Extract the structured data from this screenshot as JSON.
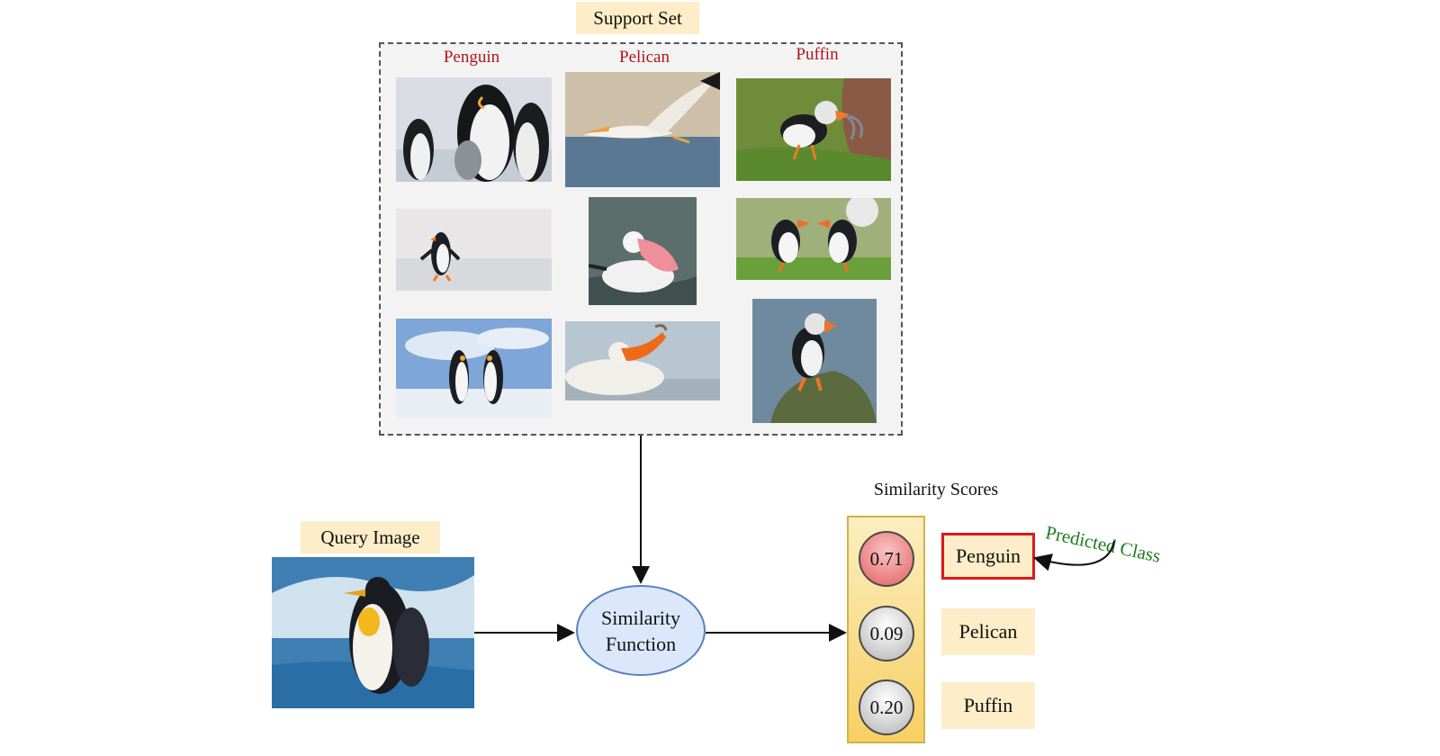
{
  "support_set": {
    "title": "Support Set",
    "classes": [
      {
        "name": "Penguin",
        "images": [
          "penguin-colony-photo",
          "gentoo-penguin-walking-photo",
          "penguin-pair-photo"
        ]
      },
      {
        "name": "Pelican",
        "images": [
          "pelican-flying-photo",
          "pelican-open-beak-photo",
          "pelican-catching-fish-photo"
        ]
      },
      {
        "name": "Puffin",
        "images": [
          "puffin-with-fish-photo",
          "puffin-pair-photo",
          "puffin-on-rock-photo"
        ]
      }
    ]
  },
  "query": {
    "title": "Query Image",
    "image": "king-penguin-in-surf-photo"
  },
  "similarity_function": {
    "label": "Similarity\nFunction"
  },
  "scores": {
    "title": "Similarity Scores",
    "items": [
      {
        "value": "0.71",
        "class": "Penguin",
        "predicted": true
      },
      {
        "value": "0.09",
        "class": "Pelican",
        "predicted": false
      },
      {
        "value": "0.20",
        "class": "Puffin",
        "predicted": false
      }
    ]
  },
  "prediction": {
    "label": "Predicted Class"
  },
  "colors": {
    "class_label": "#b3141b",
    "label_bg": "#fdedc8",
    "highlight_border": "#e01818",
    "top_score": "#e45f5f",
    "other_score": "#b3b3b3",
    "similarity_function_fill": "#dbe8fb",
    "prediction_text": "#1f7a1f"
  }
}
